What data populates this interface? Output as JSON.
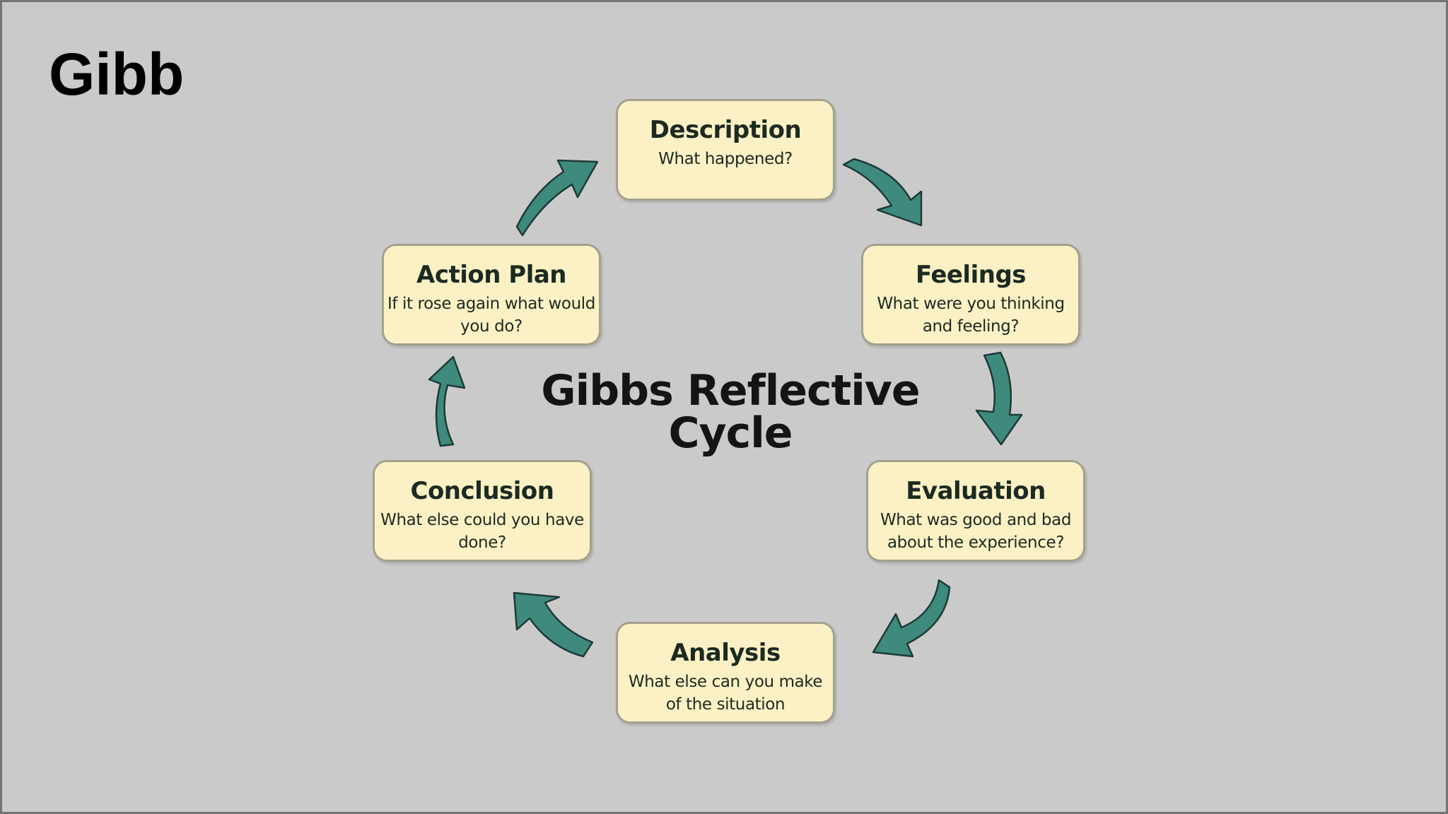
{
  "slide": {
    "title": "Gibb"
  },
  "diagram": {
    "title": "Gibbs Reflective Cycle",
    "stages": {
      "description": {
        "name": "Description",
        "question": "What happened?"
      },
      "feelings": {
        "name": "Feelings",
        "question": "What were you thinking and feeling?"
      },
      "evaluation": {
        "name": "Evaluation",
        "question": "What was good and bad about the experience?"
      },
      "analysis": {
        "name": "Analysis",
        "question": "What else can you make of the situation"
      },
      "conclusion": {
        "name": "Conclusion",
        "question": "What else could you have done?"
      },
      "action_plan": {
        "name": "Action Plan",
        "question": "If it rose again what would you do?"
      }
    },
    "colors": {
      "box_fill": "#fbf1c4",
      "box_border": "#a4a08e",
      "arrow_fill": "#3e8a7c",
      "background": "#cbcacb"
    }
  }
}
